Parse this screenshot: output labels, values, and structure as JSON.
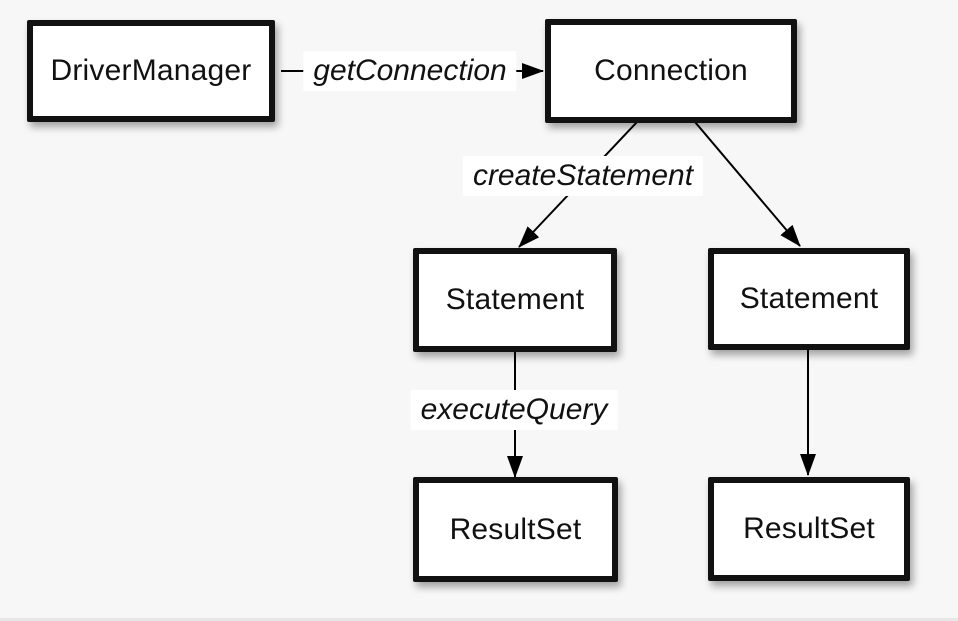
{
  "nodes": {
    "driver_manager": {
      "label": "DriverManager"
    },
    "connection": {
      "label": "Connection"
    },
    "statement_left": {
      "label": "Statement"
    },
    "statement_right": {
      "label": "Statement"
    },
    "resultset_left": {
      "label": "ResultSet"
    },
    "resultset_right": {
      "label": "ResultSet"
    }
  },
  "edges": {
    "get_connection": {
      "label": "getConnection"
    },
    "create_statement": {
      "label": "createStatement"
    },
    "execute_query": {
      "label": "executeQuery"
    }
  },
  "colors": {
    "background": "#f7f7f7",
    "node_fill": "#ffffff",
    "node_border": "#111111",
    "connector": "#000000",
    "label_background": "#ffffff",
    "text": "#111111"
  }
}
